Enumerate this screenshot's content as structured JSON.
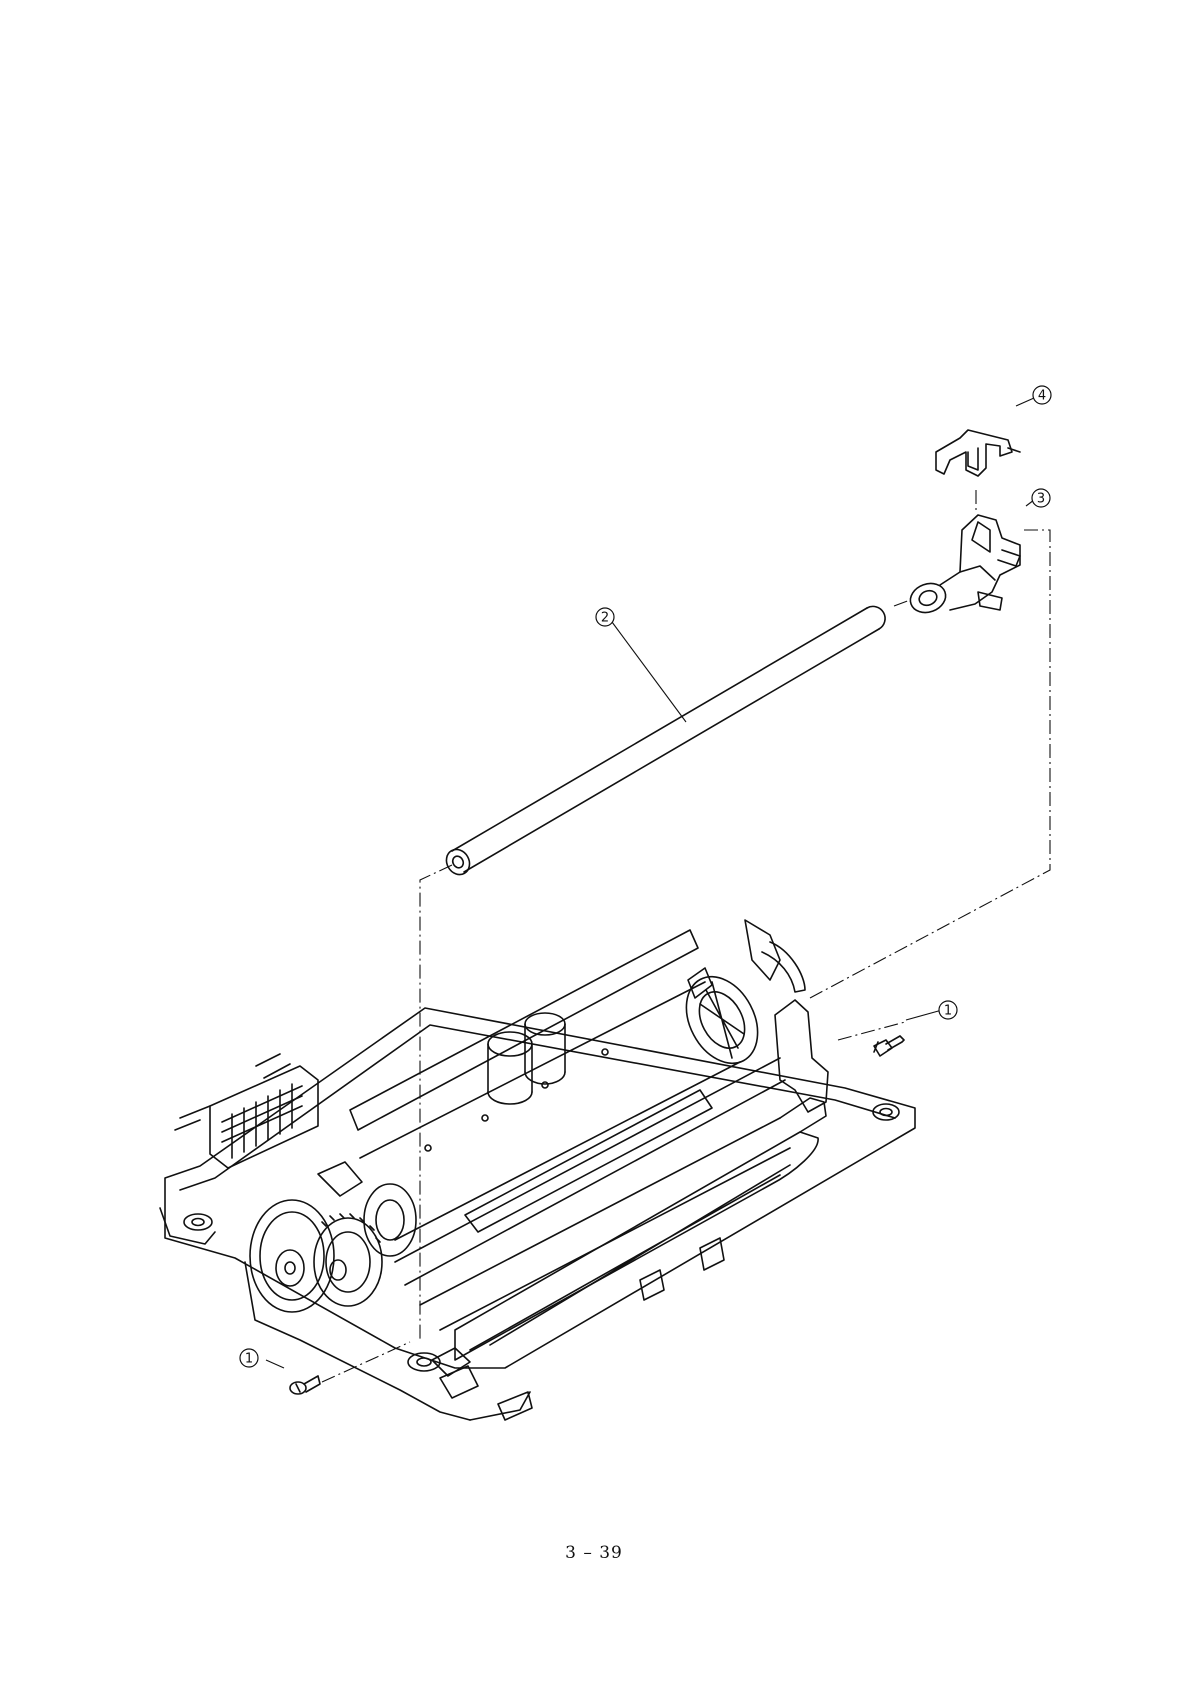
{
  "page_number": "3 – 39",
  "callouts": {
    "screw_left": "1",
    "screw_right": "1",
    "shaft": "2",
    "bearing_holder": "3",
    "bracket": "4"
  },
  "colors": {
    "ink": "#111111",
    "paper": "#ffffff"
  }
}
